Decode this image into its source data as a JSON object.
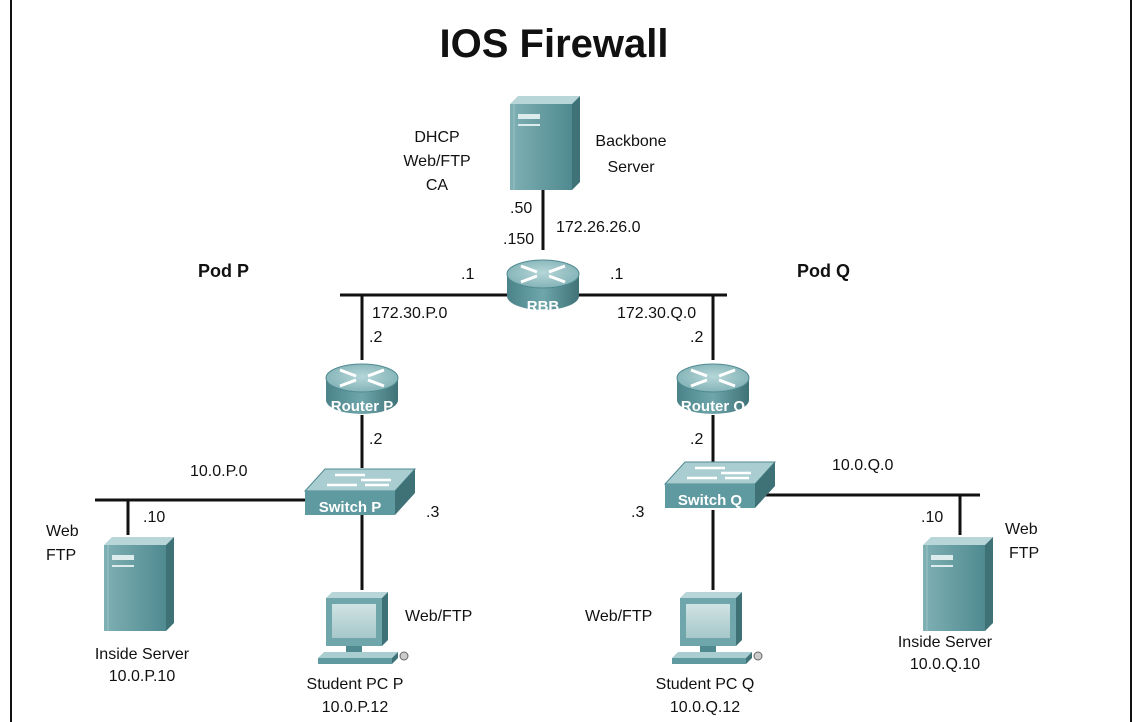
{
  "title": "IOS Firewall",
  "backbone": {
    "services": [
      "DHCP",
      "Web/FTP",
      "CA"
    ],
    "name_lines": [
      "Backbone",
      "Server"
    ],
    "host_addr": ".50",
    "router_addr": ".150",
    "network": "172.26.26.0"
  },
  "rbb": {
    "label": "RBB",
    "left_addr": ".1",
    "right_addr": ".1"
  },
  "pod_p": {
    "title": "Pod P",
    "wan_network": "172.30.P.0",
    "router_addr_top": ".2",
    "router_label": "Router P",
    "router_addr_bottom": ".2",
    "lan_network": "10.0.P.0",
    "switch_label": "Switch P",
    "switch_addr": ".3",
    "server_addr": ".10",
    "server_services": [
      "Web",
      "FTP"
    ],
    "server_name": "Inside Server",
    "server_ip": "10.0.P.10",
    "pc_services": "Web/FTP",
    "pc_name": "Student PC P",
    "pc_ip": "10.0.P.12"
  },
  "pod_q": {
    "title": "Pod Q",
    "wan_network": "172.30.Q.0",
    "router_addr_top": ".2",
    "router_label": "Router Q",
    "router_addr_bottom": ".2",
    "lan_network": "10.0.Q.0",
    "switch_label": "Switch Q",
    "switch_addr": ".3",
    "server_addr": ".10",
    "server_services": [
      "Web",
      "FTP"
    ],
    "server_name": "Inside Server",
    "server_ip": "10.0.Q.10",
    "pc_services": "Web/FTP",
    "pc_name": "Student PC Q",
    "pc_ip": "10.0.Q.12"
  },
  "colors": {
    "device_light": "#9fc5c8",
    "device_mid": "#5e9aa0",
    "device_dark": "#3f7277",
    "line": "#111111"
  }
}
